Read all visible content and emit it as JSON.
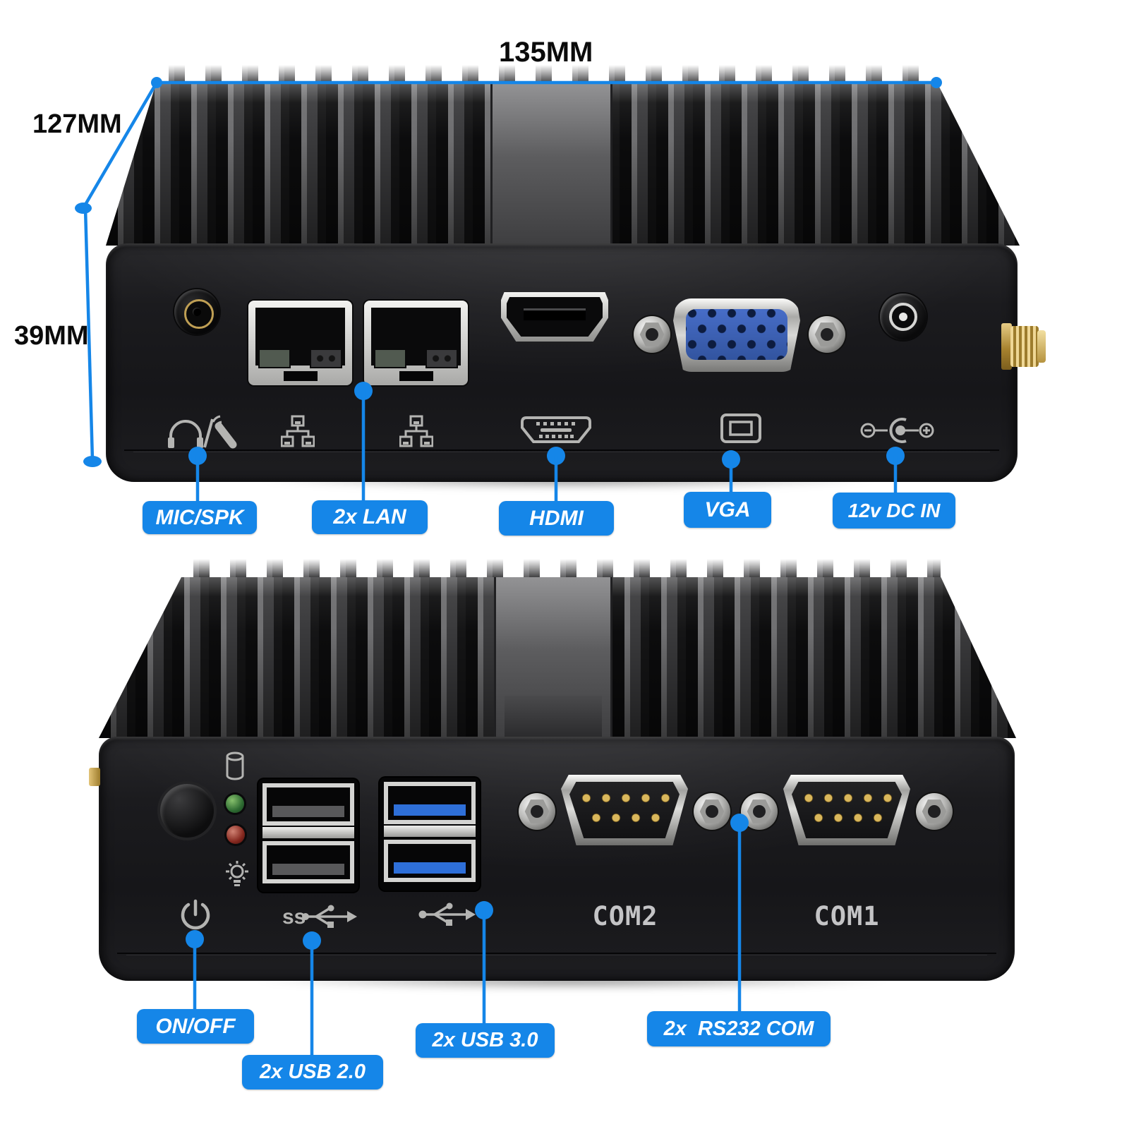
{
  "dims": {
    "w": "135MM",
    "d": "127MM",
    "h": "39MM"
  },
  "front": {
    "labels": {
      "mic": "MIC/SPK",
      "lan": "2x LAN",
      "hdmi": "HDMI",
      "vga": "VGA",
      "dc": "12v DC IN"
    }
  },
  "rear": {
    "labels": {
      "power": "ON/OFF",
      "usb2": "2x USB 2.0",
      "usb3": "2x USB 3.0",
      "rs232": "2x  RS232 COM"
    },
    "silkscreen": {
      "com1": "COM1",
      "com2": "COM2",
      "ss": "ss"
    }
  },
  "colors": {
    "label_blue": "#1586e8",
    "icon_gray": "#b4b4b2",
    "vga_blue": "#3b63c4",
    "usb3_blue": "#2e6fd8",
    "usb2_gray": "#58585a",
    "antenna_gold": "#c9a544",
    "led_green": "#2e6b32",
    "led_red": "#85281f",
    "com_text_gray": "#c4c4c6"
  }
}
